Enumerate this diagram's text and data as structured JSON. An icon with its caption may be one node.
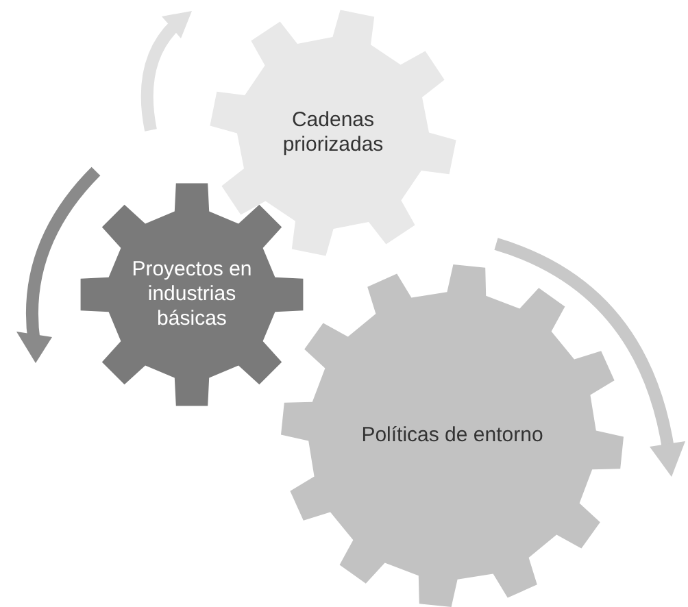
{
  "diagram": {
    "nodes": [
      {
        "text": [
          "Cadenas priorizadas"
        ]
      },
      {
        "text": [
          "Proyectos en industrias básicas"
        ]
      },
      {
        "text": [
          "Políticas de entorno"
        ]
      }
    ]
  }
}
